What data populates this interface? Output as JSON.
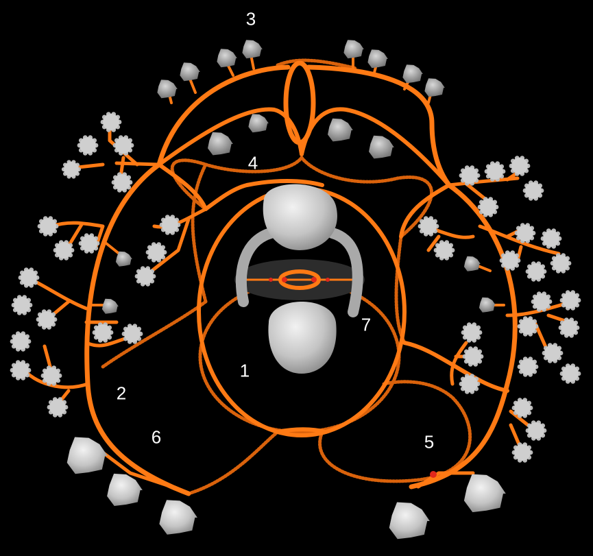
{
  "colors": {
    "background": "#000000",
    "branch": "#ff7a14",
    "branch_dark": "#e0600a",
    "ring_beads": "#d9620c",
    "node_red": "#e0281c",
    "cell_gray": "#c9c9c9",
    "cell_shadow": "#8d8d8d",
    "label": "#ffffff"
  },
  "icons": {
    "large_cell": "large-gray-cell-icon",
    "small_cell": "small-gray-cell-icon",
    "spiky_cell": "spiky-gray-cell-icon"
  },
  "labels": {
    "l1": "1",
    "l2": "2",
    "l3": "3",
    "l4": "4",
    "l5": "5",
    "l6": "6",
    "l7": "7"
  }
}
